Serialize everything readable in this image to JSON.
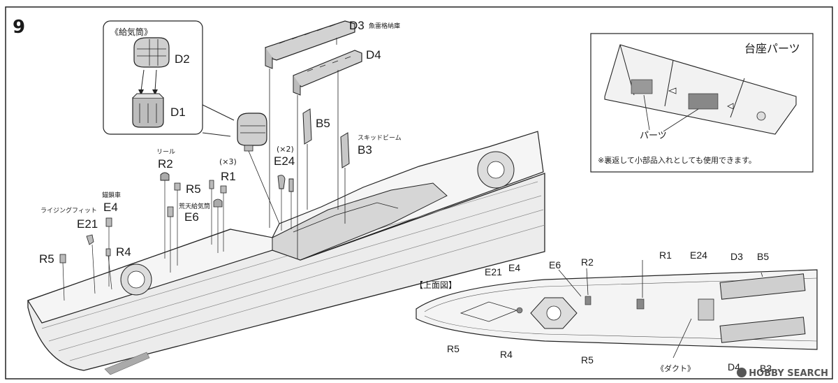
{
  "step_number": "9",
  "inset_supply": {
    "title": "《給気筒》",
    "part_top": "D2",
    "part_bottom": "D1"
  },
  "base_parts_box": {
    "title": "台座パーツ",
    "parts_label": "パーツ",
    "note": "※裏返して小部品入れとしても使用できます。"
  },
  "main_labels": {
    "d3": "D3",
    "d3_sub": "魚雷格納庫",
    "d4": "D4",
    "b5": "B5",
    "b3": "B3",
    "b3_sub": "スキッドビーム",
    "e24": "E24",
    "e24_qty": "(×2)",
    "r1": "R1",
    "r1_qty": "(×3)",
    "r2": "R2",
    "r2_sub": "リール",
    "r5_upper": "R5",
    "e6": "E6",
    "e6_sub": "荒天給気筒",
    "e4": "E4",
    "e4_sub": "錨鎖車",
    "e21": "E21",
    "e21_sub": "ライジングフィット",
    "r4": "R4",
    "r5_left": "R5"
  },
  "top_view": {
    "title": "【上面図】",
    "e21": "E21",
    "e4": "E4",
    "e6": "E6",
    "r2": "R2",
    "r1": "R1",
    "e24": "E24",
    "d3": "D3",
    "b5": "B5",
    "r5_a": "R5",
    "r4": "R4",
    "r5_b": "R5",
    "duct": "《ダクト》",
    "d4": "D4",
    "b3": "B3"
  },
  "watermark": "HOBBY SEARCH"
}
